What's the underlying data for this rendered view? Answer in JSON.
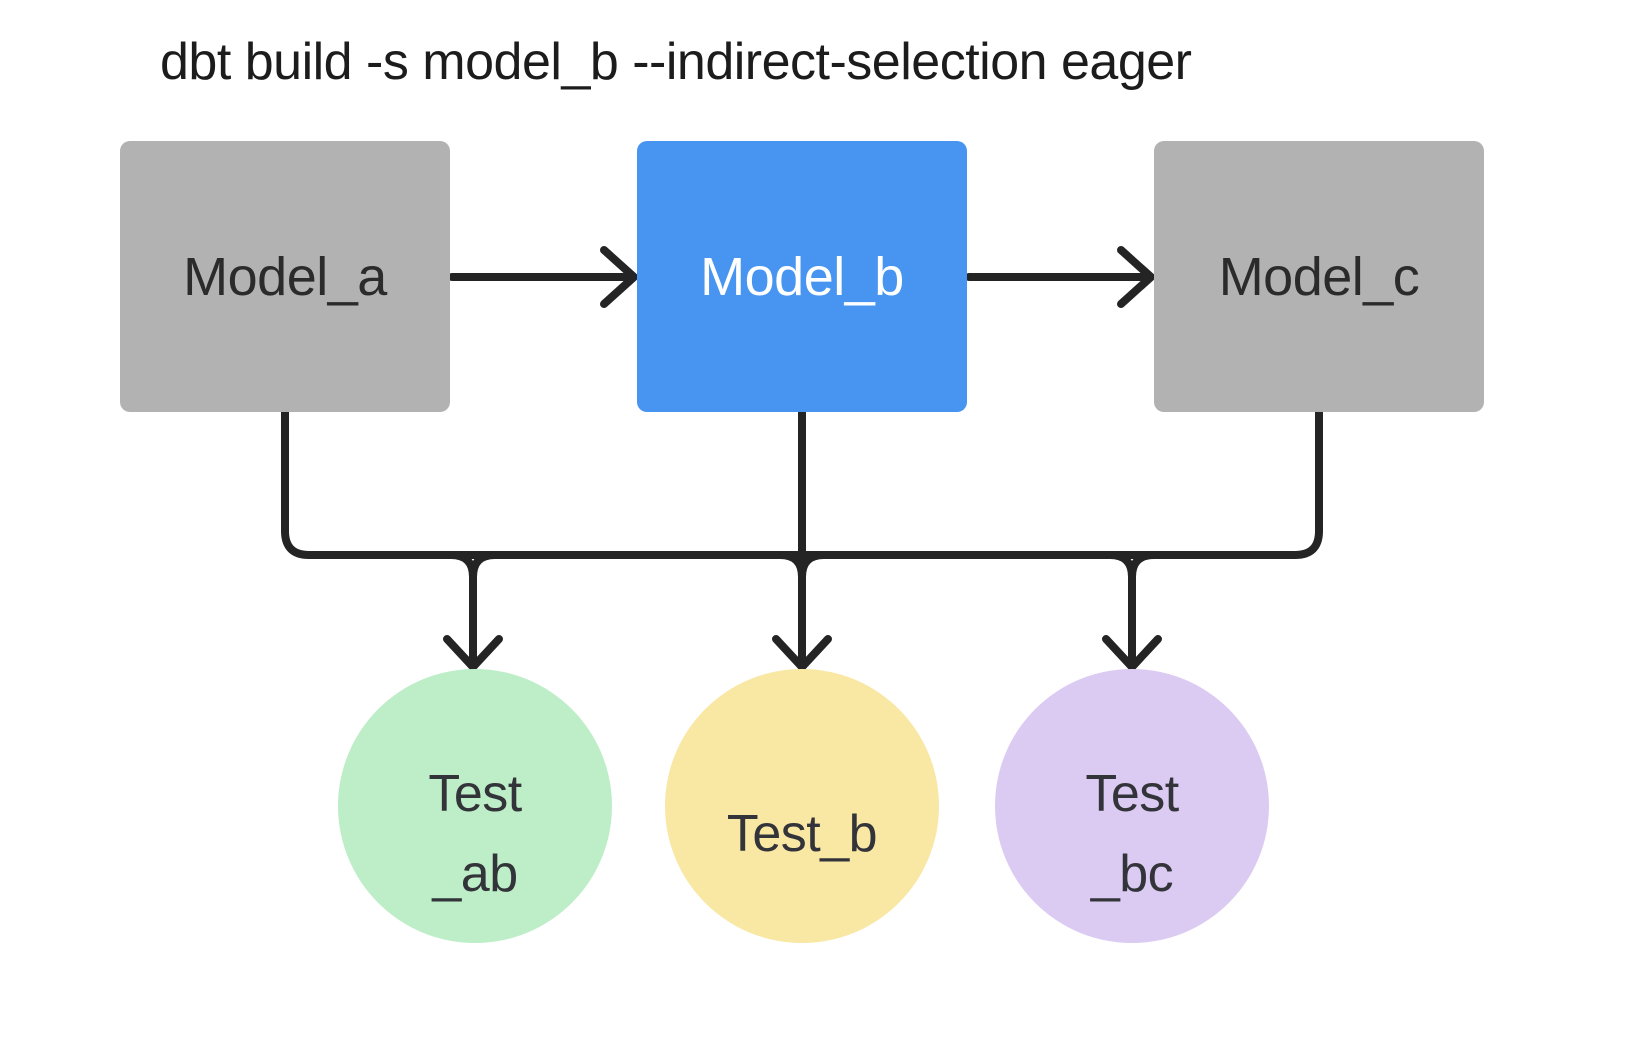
{
  "title": "dbt build -s model_b --indirect-selection eager",
  "colors": {
    "model_default": "#b2b2b2",
    "model_selected": "#4795f1",
    "test_ab": "#bdeec8",
    "test_b": "#f9e7a4",
    "test_bc": "#dbcbf3",
    "edge": "#242424"
  },
  "nodes": {
    "model_a": {
      "label": "Model_a"
    },
    "model_b": {
      "label": "Model_b"
    },
    "model_c": {
      "label": "Model_c"
    },
    "test_ab": {
      "line1": "Test",
      "line2": "_ab"
    },
    "test_b": {
      "label": "Test_b"
    },
    "test_bc": {
      "line1": "Test",
      "line2": "_bc"
    }
  }
}
